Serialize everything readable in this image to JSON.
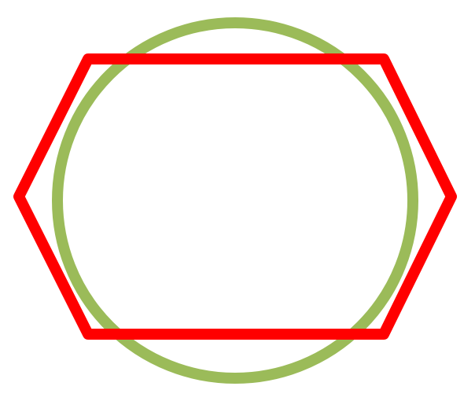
{
  "shapes": {
    "circle": {
      "name": "green-circle",
      "stroke": "#9BBB59",
      "fill": "none"
    },
    "hexagon": {
      "name": "red-hexagon",
      "stroke": "#FF0000",
      "fill": "none"
    }
  },
  "background": "#FFFFFF"
}
